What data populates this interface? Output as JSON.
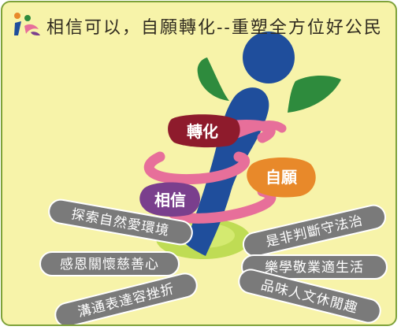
{
  "title": "相信可以，自願轉化--重塑全方位好公民",
  "core_labels": {
    "transform": "轉化",
    "voluntary": "自願",
    "believe": "相信"
  },
  "values_left": [
    "探索自然愛環境",
    "感恩關懷慈善心",
    "溝通表達容挫折"
  ],
  "values_right": [
    "是非判斷守法治",
    "樂學敬業適生活",
    "品味人文休閒趣"
  ],
  "colors": {
    "background": "#f7f3a9",
    "border": "#7ea23a",
    "figure_blue": "#1f4e9c",
    "leaf_green": "#2e8b3d",
    "ground_green": "#b8d94a",
    "ribbon_pink": "#e76f9a",
    "transform_red": "#8e1b2c",
    "voluntary_orange": "#e8892a",
    "believe_purple": "#7a3f8d",
    "pill_gray": "#7a7a7a"
  },
  "icons": {
    "logo": "figure-logo-icon"
  }
}
